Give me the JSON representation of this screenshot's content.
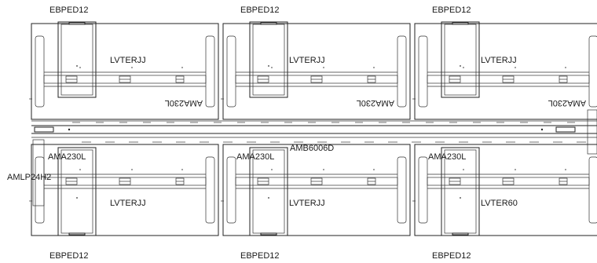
{
  "labels": {
    "ped_top": [
      "EBPED12",
      "EBPED12",
      "EBPED12"
    ],
    "ped_bottom": [
      "EBPED12",
      "EBPED12",
      "EBPED12"
    ],
    "desk_top": [
      "LVTERJJ",
      "LVTERJJ",
      "LVTERJJ"
    ],
    "desk_bottom": [
      "LVTERJJ",
      "LVTERJJ",
      "LVTER60"
    ],
    "arm_top": [
      "AMA230L",
      "AMA230L",
      "AMA230L"
    ],
    "arm_bottom": [
      "AMA230L",
      "AMA230L",
      "AMA230L"
    ],
    "spine": "AMB6006D",
    "end_panel": "AMLP24H2"
  }
}
